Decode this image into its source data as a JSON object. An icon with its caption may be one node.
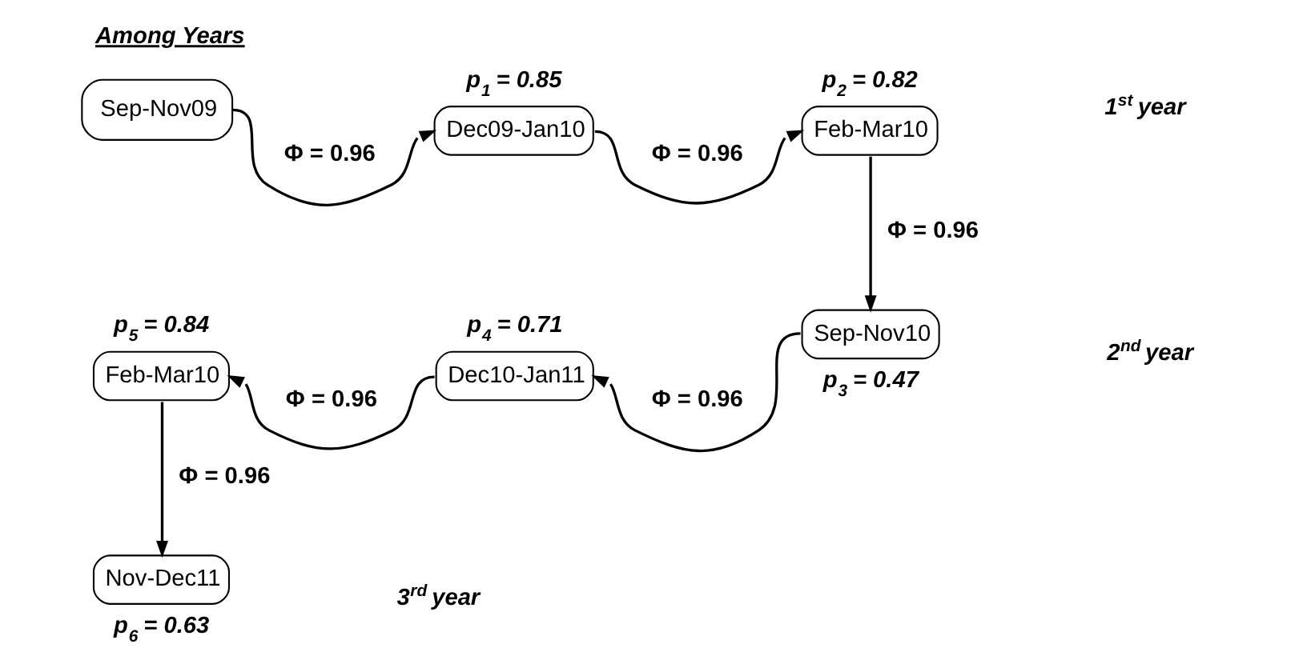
{
  "diagram": {
    "title": "Among Years",
    "nodes": [
      {
        "text": [
          "Sep-Nov09"
        ]
      },
      {
        "text": [
          "Dec09-Jan10"
        ],
        "beside": [
          "p$_{1}$ = 0.85"
        ]
      },
      {
        "text": [
          "Feb-Mar10"
        ],
        "beside": [
          "p$_{2}$ = 0.82"
        ]
      },
      {
        "text": [
          "Feb-Mar10"
        ],
        "beside": [
          "p$_{5}$ = 0.84"
        ]
      },
      {
        "text": [
          "Dec10-Jan11"
        ],
        "beside": [
          "p$_{4}$ = 0.71"
        ]
      },
      {
        "text": [
          "Sep-Nov10"
        ],
        "beside": [
          "p$_{3}$ = 0.47"
        ]
      },
      {
        "text": [
          "Nov-Dec11"
        ],
        "beside": [
          "p$_{6}$ = 0.63"
        ]
      }
    ],
    "edges": [
      {
        "from": 0,
        "to": 1,
        "arrow": "to",
        "label": "Φ = 0.96"
      },
      {
        "from": 1,
        "to": 2,
        "arrow": "to",
        "label": "Φ = 0.96"
      },
      {
        "from": 2,
        "to": 5,
        "arrow": "to",
        "label": "Φ = 0.96"
      },
      {
        "from": 5,
        "to": 4,
        "arrow": "to",
        "label": "Φ = 0.96"
      },
      {
        "from": 4,
        "to": 3,
        "arrow": "to",
        "label": "Φ = 0.96"
      },
      {
        "from": 3,
        "to": 6,
        "arrow": "to",
        "label": "Φ = 0.96"
      }
    ],
    "labels": [
      "1$^{st}$ year",
      "2$^{nd}$ year",
      "3$^{rd}$ year"
    ]
  }
}
